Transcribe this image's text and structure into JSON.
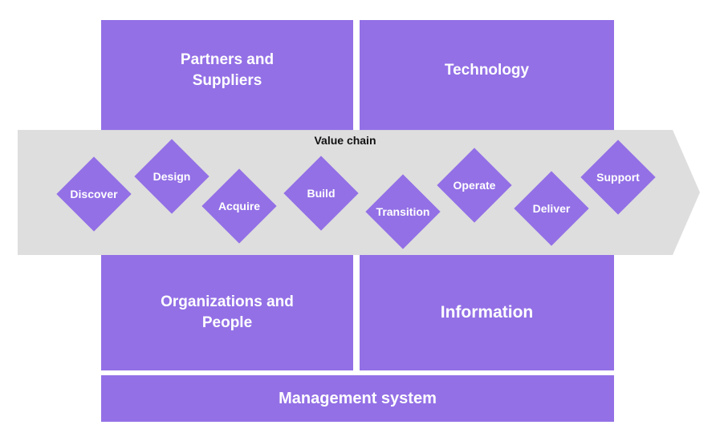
{
  "colors": {
    "quadrant": "#9370e6",
    "diamond": "#9370e6",
    "chain_band": "#dcdcdc",
    "text_light": "#ffffff",
    "text_dark": "#111111"
  },
  "quadrants": {
    "top_left": "Partners and Suppliers",
    "top_right": "Technology",
    "bottom_left": "Organizations and People",
    "bottom_right": "Information"
  },
  "management_system": "Management system",
  "value_chain": {
    "title": "Value chain",
    "stages": [
      "Discover",
      "Design",
      "Acquire",
      "Build",
      "Transition",
      "Operate",
      "Deliver",
      "Support"
    ]
  }
}
